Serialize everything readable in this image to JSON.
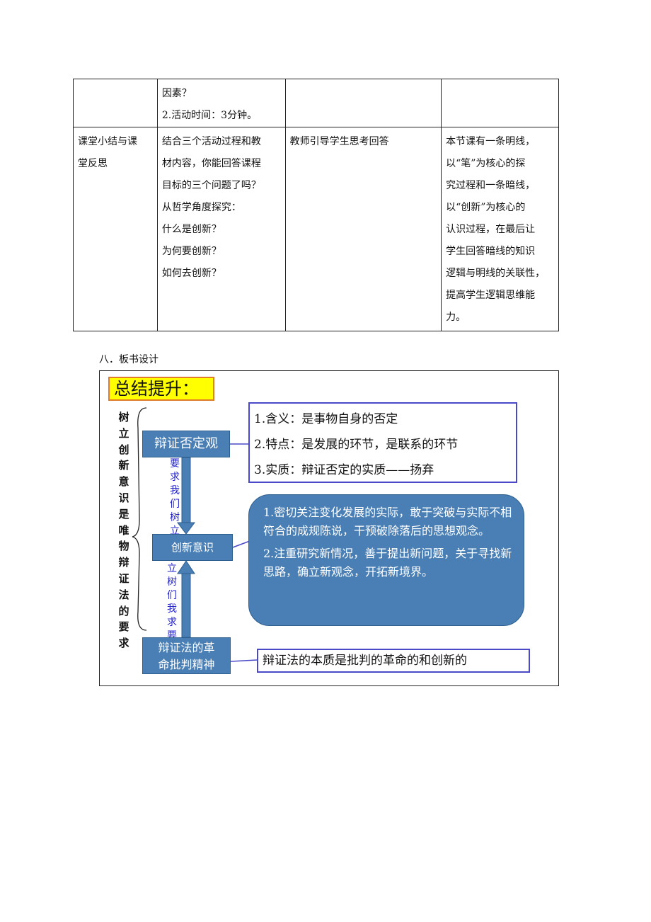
{
  "table": {
    "row1": {
      "c1": "",
      "c2": [
        "因素？",
        "2.活动时间：3分钟。"
      ],
      "c3": "",
      "c4": ""
    },
    "row2": {
      "c1": [
        "课堂小结与课",
        "堂反思"
      ],
      "c2": [
        "结合三个活动过程和教",
        "材内容，你能回答课程",
        "目标的三个问题了吗？",
        "从哲学角度探究：",
        "什么是创新？",
        "为何要创新？",
        "如何去创新？"
      ],
      "c3": "教师引导学生思考回答",
      "c4": [
        "本节课有一条明线，",
        "以“笔”为核心的探",
        "究过程和一条暗线，",
        "以“创新”为核心的",
        "认识过程，在最后让",
        "学生回答暗线的知识",
        "逻辑与明线的关联性，",
        "提高学生逻辑思维能",
        "力。"
      ]
    }
  },
  "section_title": "八．板书设计",
  "board": {
    "title": "总结提升：",
    "vertical_main": "树立创新意识是唯物辩证法的要求",
    "negation": "辩证否定观",
    "innovation": "创新意识",
    "revolution": [
      "辩证法的革",
      "命批判精神"
    ],
    "list": [
      "1.含义：是事物自身的否定",
      "2.特点：是发展的环节，是联系的环节",
      "3.实质：辩证否定的实质——扬弃"
    ],
    "requirements": [
      "1.密切关注变化发展的实际，敢于突破与实际不相符合的成规陈说，干预破除落后的思想观念。",
      "2.注重研究新情况，善于提出新问题，关于寻找新思路，确立新观念，开拓新境界。"
    ],
    "essence": "辩证法的本质是批判的革命的和创新的",
    "vertical_top": "要求我们树立",
    "vertical_bottom": "立树们我求要",
    "colors": {
      "box_blue": "#4a7fb5",
      "title_bg": "#ffff00",
      "outline": "#4a4ac8",
      "vertical_text": "#2424c8"
    }
  }
}
